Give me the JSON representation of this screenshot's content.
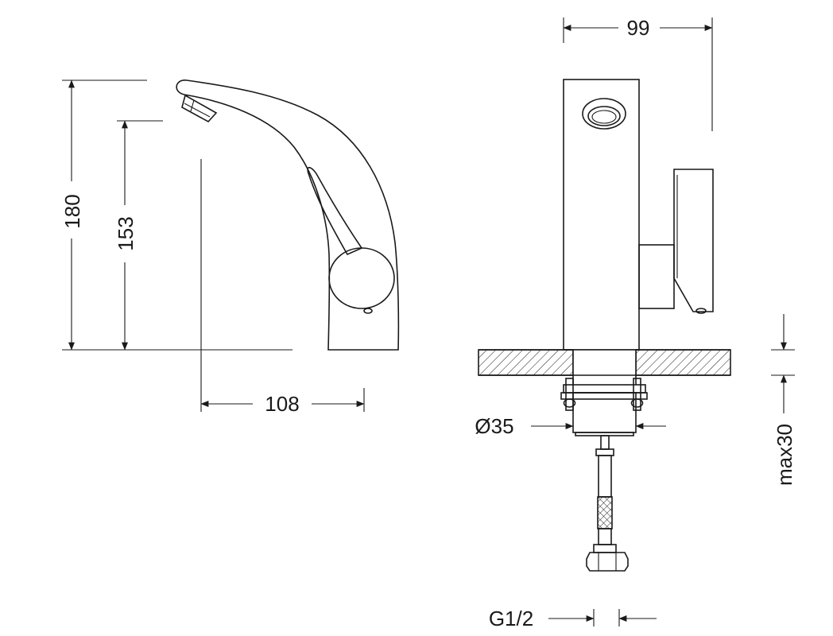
{
  "dimensions": {
    "total_height": "180",
    "spout_height": "153",
    "spout_reach": "108",
    "body_width": "99",
    "base_diameter": "Ø35",
    "deck_thickness": "max30",
    "connection_thread": "G1/2"
  }
}
